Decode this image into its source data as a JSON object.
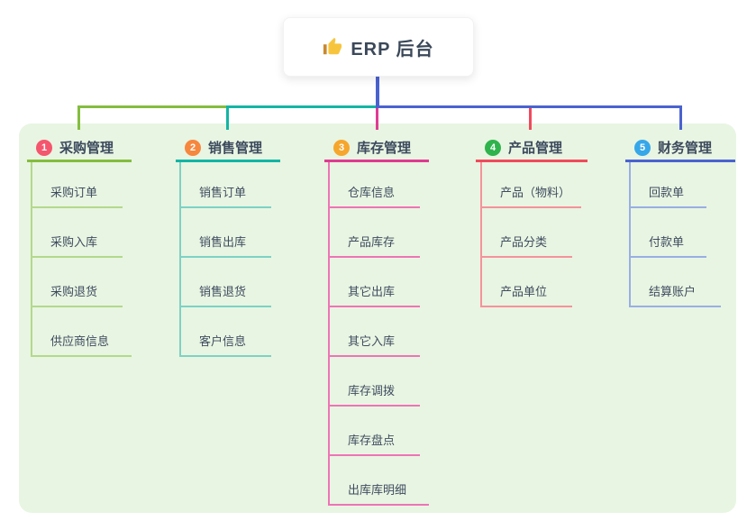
{
  "root": {
    "label": "ERP 后台",
    "icon": "thumbs-up-icon"
  },
  "branches": [
    {
      "index": "1",
      "label": "采购管理",
      "colors": {
        "line": "#84bd3f",
        "child_line": "#b3d98c",
        "badge": "#f4566e"
      },
      "children": [
        "采购订单",
        "采购入库",
        "采购退货",
        "供应商信息"
      ]
    },
    {
      "index": "2",
      "label": "销售管理",
      "colors": {
        "line": "#13b5a4",
        "child_line": "#7cd2c5",
        "badge": "#f6873e"
      },
      "children": [
        "销售订单",
        "销售出库",
        "销售退货",
        "客户信息"
      ]
    },
    {
      "index": "3",
      "label": "库存管理",
      "colors": {
        "line": "#e03b92",
        "child_line": "#ee74b6",
        "badge": "#f6a62c"
      },
      "children": [
        "仓库信息",
        "产品库存",
        "其它出库",
        "其它入库",
        "库存调拨",
        "库存盘点",
        "出库库明细"
      ]
    },
    {
      "index": "4",
      "label": "产品管理",
      "colors": {
        "line": "#f04a5c",
        "child_line": "#f5929b",
        "badge": "#2fb34d"
      },
      "children": [
        "产品（物料）",
        "产品分类",
        "产品单位"
      ]
    },
    {
      "index": "5",
      "label": "财务管理",
      "colors": {
        "line": "#4a62d0",
        "child_line": "#99aee4",
        "badge": "#36a7e9"
      },
      "children": [
        "回款单",
        "付款单",
        "结算账户"
      ]
    }
  ],
  "colors": {
    "panel_bg": "#e8f5e2",
    "root_stem": "#4a62d0",
    "text": "#3c4a5e",
    "canvas_bg": "#ffffff"
  }
}
